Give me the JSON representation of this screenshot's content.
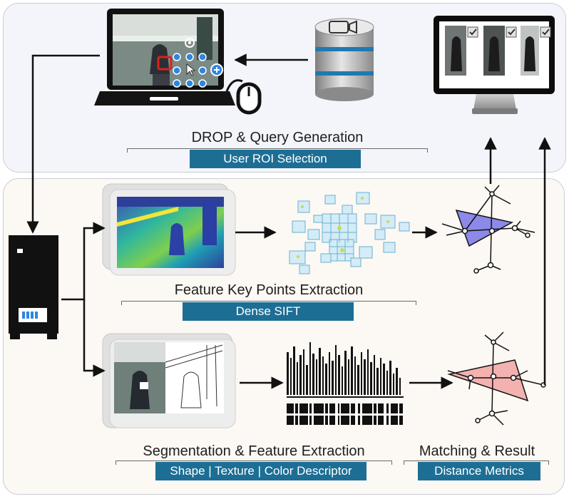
{
  "stages": {
    "drop": {
      "title": "DROP & Query Generation",
      "badge": "User ROI Selection"
    },
    "keypoints": {
      "title": "Feature Key Points Extraction",
      "badge": "Dense SIFT"
    },
    "segmentation": {
      "title": "Segmentation & Feature Extraction",
      "badge": "Shape | Texture | Color Descriptor"
    },
    "matching": {
      "title": "Matching & Result",
      "badge": "Distance Metrics"
    }
  },
  "colors": {
    "badge": "#1d6e94",
    "top_panel": "#f3f5fb",
    "bottom_panel": "#fcf8f3",
    "graph_blue": "#8c89e8",
    "graph_red": "#f3b2b0",
    "roi_red": "#d9231f",
    "handle_blue": "#2f86e0"
  },
  "icons": {
    "laptop": "laptop-icon",
    "mouse": "mouse-icon",
    "database": "database-camera-icon",
    "monitor": "monitor-icon",
    "server": "server-icon"
  }
}
